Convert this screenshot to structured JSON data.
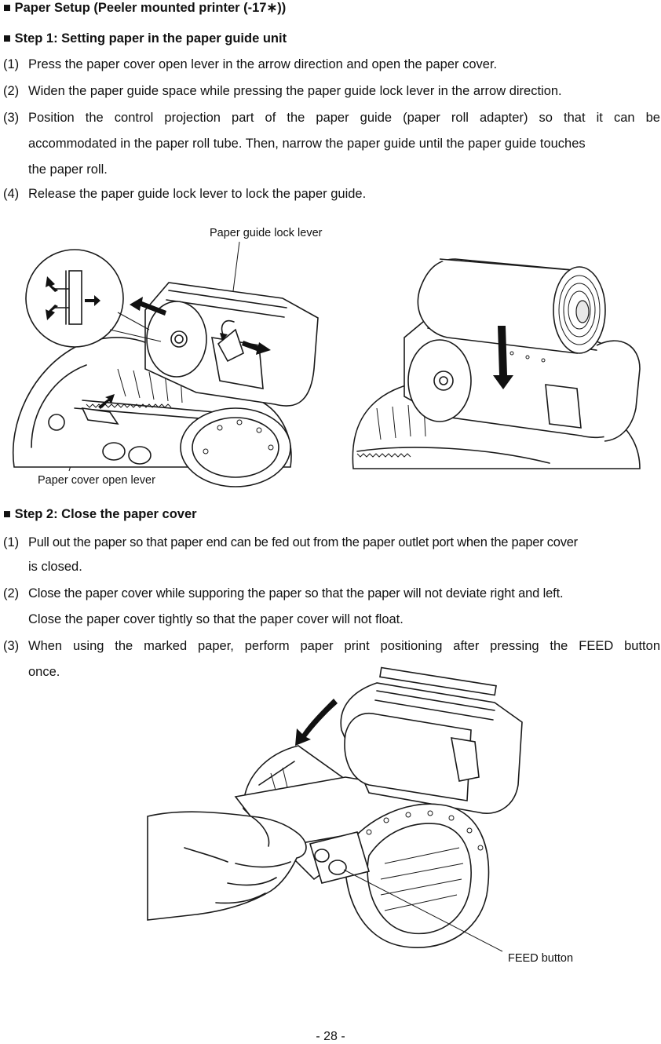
{
  "title": "Paper Setup (Peeler mounted printer (-17∗))",
  "bullet": "■",
  "step1": {
    "heading": "Step 1: Setting paper in the paper guide unit",
    "items": [
      {
        "num": "(1)",
        "lines": [
          "Press the paper cover open lever in the arrow direction and open the paper cover."
        ]
      },
      {
        "num": "(2)",
        "lines": [
          "Widen the paper guide space while pressing the paper guide lock lever in the arrow direction."
        ]
      },
      {
        "num": "(3)",
        "lines": [
          "Position  the  control  projection  part  of  the  paper  guide  (paper  roll  adapter)  so  that  it  can  be",
          "accommodated in the paper roll tube.  Then, narrow the paper guide until the paper guide touches",
          "the paper roll."
        ]
      },
      {
        "num": "(4)",
        "lines": [
          "Release the paper guide lock lever to lock the paper guide."
        ]
      }
    ],
    "labels": {
      "lock_lever": "Paper guide lock lever",
      "cover_lever": "Paper cover open lever"
    }
  },
  "step2": {
    "heading": "Step 2: Close the paper cover",
    "items": [
      {
        "num": "(1)",
        "lines": [
          "Pull out the paper so that paper end can be fed out from the paper outlet port when the paper cover",
          "is closed."
        ]
      },
      {
        "num": "(2)",
        "lines": [
          "Close the paper cover while supporing the paper so that the paper will not deviate right and left.",
          "Close the paper cover tightly so that the paper cover will not float."
        ]
      },
      {
        "num": "(3)",
        "lines": [
          "When  using  the  marked  paper,  perform  paper  print  positioning  after  pressing  the  FEED  button",
          "once."
        ]
      }
    ],
    "labels": {
      "feed_button": "FEED button"
    }
  },
  "page_number": "- 28 -"
}
